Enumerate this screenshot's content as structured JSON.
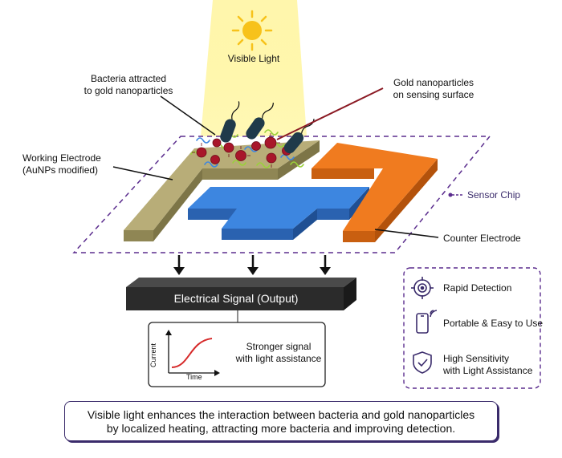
{
  "light": {
    "label": "Visible Light",
    "sun_color": "#f7c21b",
    "beam_color": "#fff27a"
  },
  "labels": {
    "bacteria": [
      "Bacteria attracted",
      "to gold nanoparticles"
    ],
    "gold_np": [
      "Gold nanoparticles",
      "on sensing surface"
    ],
    "working_electrode": [
      "Working Electrode",
      "(AuNPs modified)"
    ],
    "sensor_chip": "Sensor Chip",
    "counter_electrode": "Counter Electrode"
  },
  "signal": {
    "label": "Electrical Signal (Output)",
    "inset_text": [
      "Stronger signal",
      "with light assistance"
    ],
    "y_axis": "Current",
    "x_axis": "Time"
  },
  "features": [
    {
      "icon": "target-icon",
      "label": [
        "Rapid Detection"
      ]
    },
    {
      "icon": "smartphone-icon",
      "label": [
        "Portable & Easy to Use"
      ]
    },
    {
      "icon": "shield-check-icon",
      "label": [
        "High Sensitivity",
        "with Light Assistance"
      ]
    }
  ],
  "footer": [
    "Visible light enhances the interaction between bacteria and gold nanoparticles",
    "by localized heating, attracting more bacteria and improving detection."
  ],
  "colors": {
    "working_electrode": "#b8ad78",
    "reference_electrode": "#3d86e0",
    "counter_electrode": "#f07b1f",
    "gold_np": "#a8162a",
    "bacteria": "#1f3a4a",
    "accent": "#5b2d8e",
    "signal_bar": "#2b2b2b",
    "curve": "#d62a2a"
  }
}
